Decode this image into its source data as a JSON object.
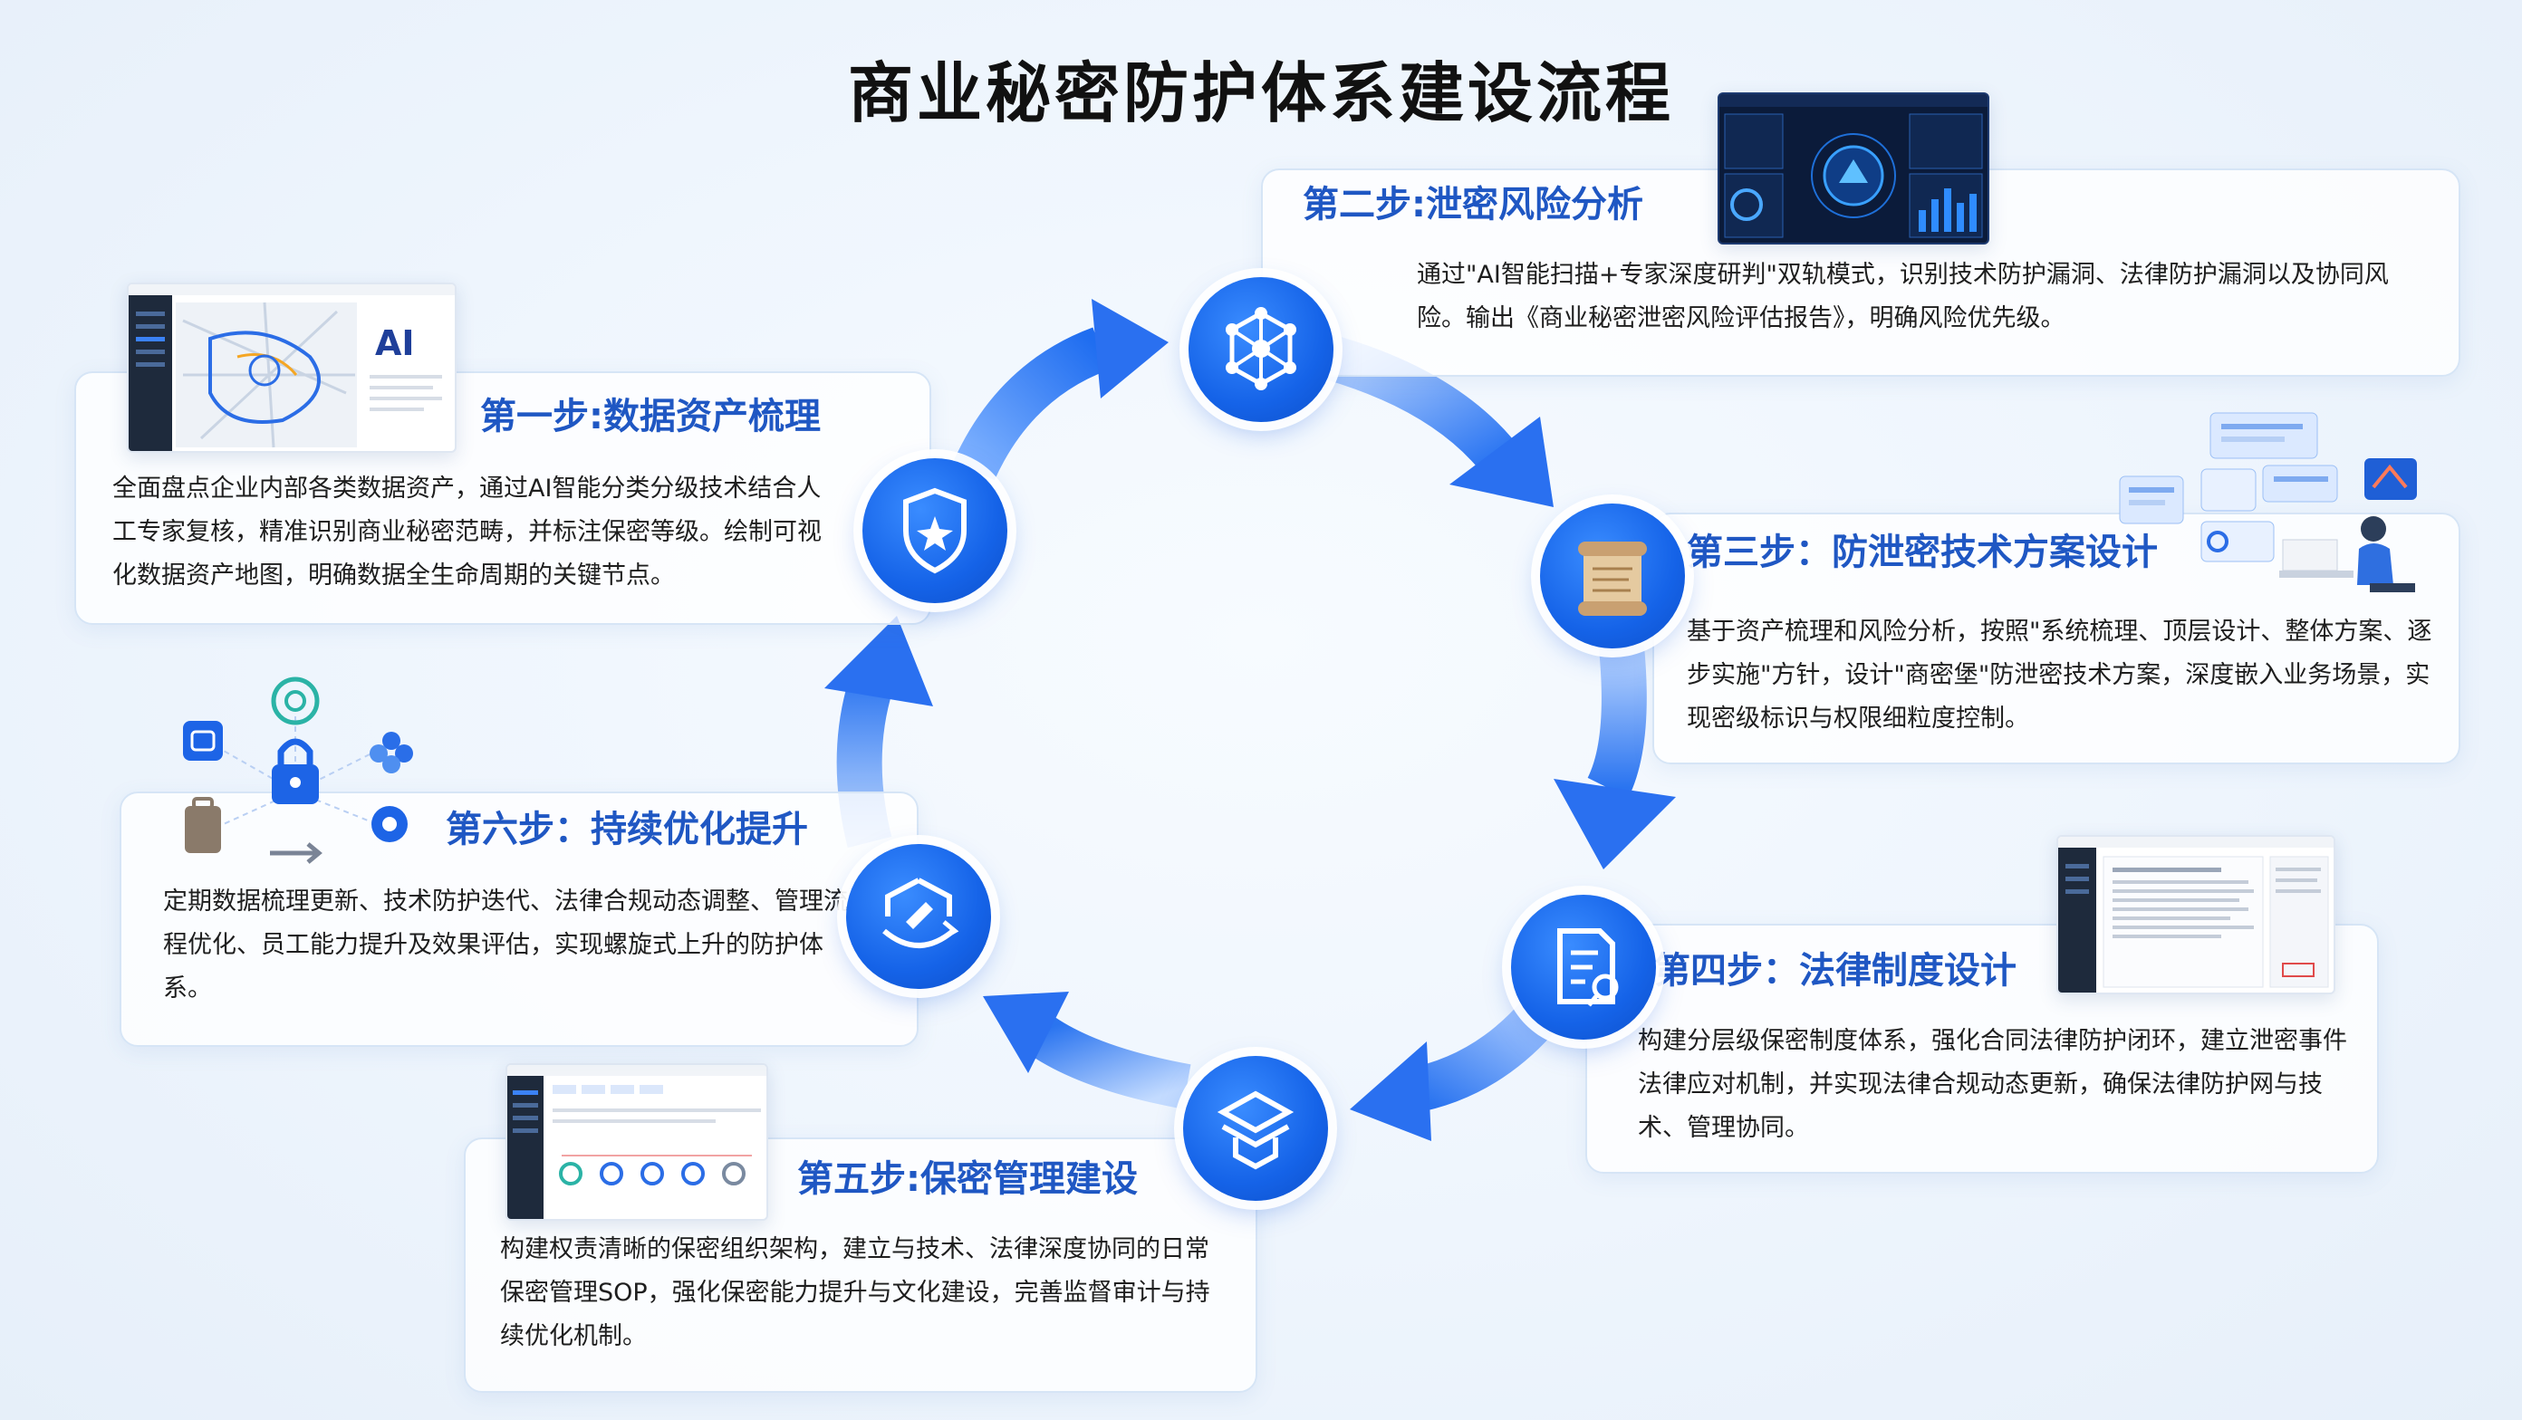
{
  "title": "商业秘密防护体系建设流程",
  "colors": {
    "accent": "#1563e8",
    "title_blue": "#1f57c3",
    "arrow": "#2b77f2"
  },
  "steps": [
    {
      "title": "第一步:数据资产梳理",
      "desc": "全面盘点企业内部各类数据资产，通过AI智能分类分级技术结合人工专家复核，精准识别商业秘密范畴，并标注保密等级。绘制可视化数据资产地图，明确数据全生命周期的关键节点。",
      "icon": "shield-star-icon"
    },
    {
      "title": "第二步:泄密风险分析",
      "desc": "通过\"AI智能扫描+专家深度研判\"双轨模式，识别技术防护漏洞、法律防护漏洞以及协同风险。输出《商业秘密泄密风险评估报告》，明确风险优先级。",
      "icon": "network-hex-icon"
    },
    {
      "title": "第三步：防泄密技术方案设计",
      "desc": "基于资产梳理和风险分析，按照\"系统梳理、顶层设计、整体方案、逐步实施\"方针，设计\"商密堡\"防泄密技术方案，深度嵌入业务场景，实现密级标识与权限细粒度控制。",
      "icon": "scroll-icon"
    },
    {
      "title": "第四步：法律制度设计",
      "desc": "构建分层级保密制度体系，强化合同法律防护闭环，建立泄密事件法律应对机制，并实现法律合规动态更新，确保法律防护网与技术、管理协同。",
      "icon": "document-edit-icon"
    },
    {
      "title": "第五步:保密管理建设",
      "desc": "构建权责清晰的保密组织架构，建立与技术、法律深度协同的日常保密管理SOP，强化保密能力提升与文化建设，完善监督审计与持续优化机制。",
      "icon": "hexagon-layers-icon"
    },
    {
      "title": "第六步：持续优化提升",
      "desc": "定期数据梳理更新、技术防护迭代、法律合规动态调整、管理流程优化、员工能力提升及效果评估，实现螺旋式上升的防护体系。",
      "icon": "cycle-shield-icon"
    }
  ],
  "thumb_texts": {
    "map_ai": "AI"
  }
}
